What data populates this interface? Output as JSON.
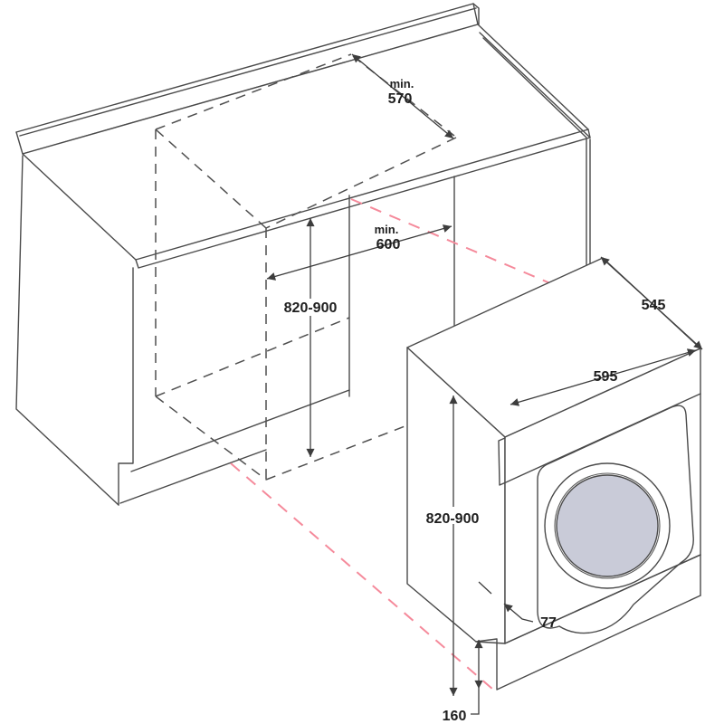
{
  "diagram": {
    "dimensions": {
      "niche_depth": {
        "prefix": "min.",
        "value": "570"
      },
      "niche_width": {
        "prefix": "min.",
        "value": "600"
      },
      "niche_height": {
        "value": "820-900"
      },
      "machine_depth": {
        "value": "545"
      },
      "machine_width": {
        "value": "595"
      },
      "machine_height": {
        "value": "820-900"
      },
      "door_protrusion": {
        "value": "77"
      },
      "plinth_height": {
        "value": "160"
      }
    },
    "colors": {
      "outline": "#4a4a4a",
      "hidden_line": "#4f4f4f",
      "projection_line": "#f58a9b",
      "door_glass": "#c9cbd8",
      "text": "#1e1e1e",
      "background": "#ffffff"
    }
  }
}
